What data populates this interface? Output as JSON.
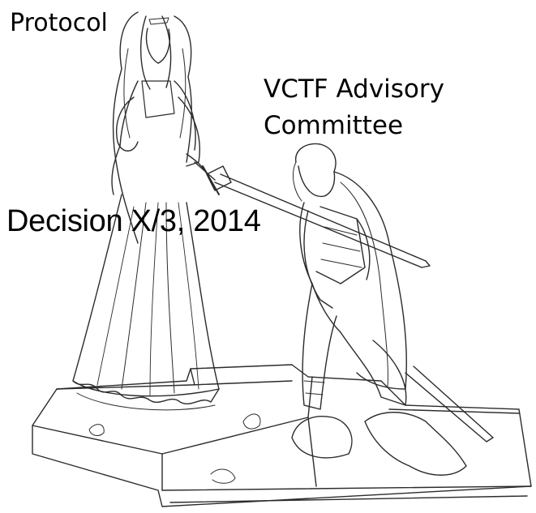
{
  "labels": {
    "protocol": "Protocol",
    "committee_line1": "VCTF Advisory",
    "committee_line2": "Committee",
    "decision": "Decision X/3, 2014"
  },
  "illustration": {
    "subject": "line-art illustration",
    "stroke_color": "#2b2b2b",
    "background_color": "#ffffff"
  }
}
